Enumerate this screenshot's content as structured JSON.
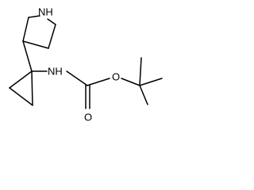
{
  "molecule": {
    "atoms": {
      "azetidine_nitrogen": "NH",
      "carbamate_nitrogen": "NH",
      "ether_oxygen": "O",
      "carbonyl_oxygen": "O"
    }
  },
  "colors": {
    "bond": "#000000",
    "label": "#000000",
    "background": "#ffffff"
  }
}
